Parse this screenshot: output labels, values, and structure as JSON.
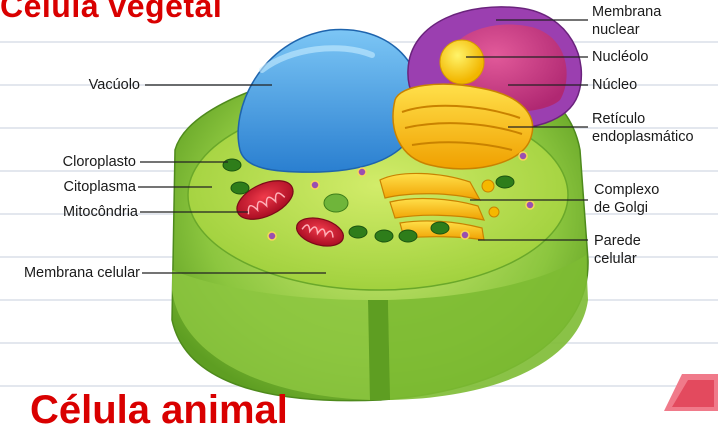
{
  "title": "Célula vegetal",
  "bottom_title": "Célula animal",
  "labels": {
    "vacuolo": "Vacúolo",
    "cloroplasto": "Cloroplasto",
    "citoplasma": "Citoplasma",
    "mitocondria": "Mitocôndria",
    "membrana_celular": "Membrana celular",
    "membrana_nuclear_1": "Membrana",
    "membrana_nuclear_2": "nuclear",
    "nucleolo": "Nucléolo",
    "nucleo": "Núcleo",
    "reticulo_1": "Retículo",
    "reticulo_2": "endoplasmático",
    "complexo_1": "Complexo",
    "complexo_2": "de Golgi",
    "parede_1": "Parede",
    "parede_2": "celular"
  },
  "colors": {
    "title": "#d90000",
    "cell_wall": "#8cc63f",
    "cytoplasm": "#b5dd4a",
    "vacuole": "#3f9ee0",
    "nucleus": "#9b3fb0",
    "nucleolus": "#f5d000",
    "mitochondria": "#c8102e",
    "golgi": "#f5b800"
  }
}
